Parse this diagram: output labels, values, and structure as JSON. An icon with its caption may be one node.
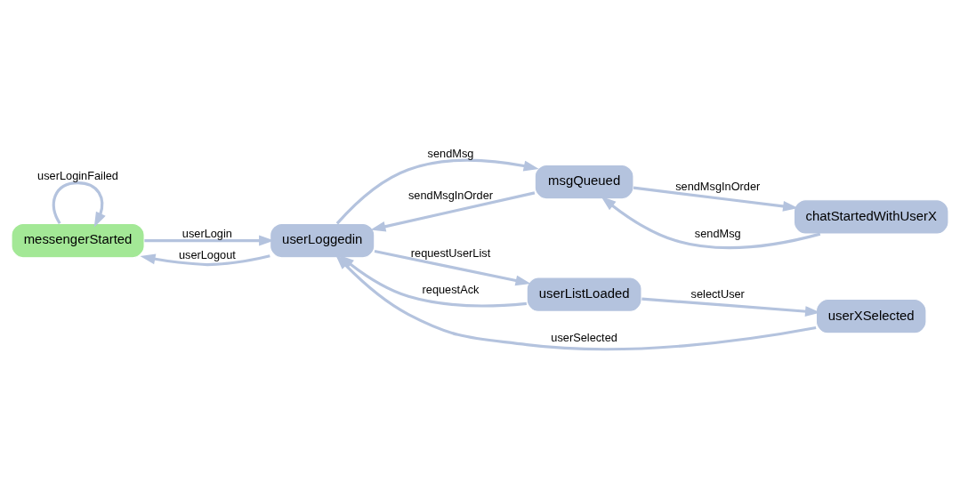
{
  "diagram": {
    "nodes": [
      {
        "text": [
          "messengerStarted"
        ]
      },
      {
        "text": [
          "userLoggedin"
        ]
      },
      {
        "text": [
          "msgQueued"
        ]
      },
      {
        "text": [
          "userListLoaded"
        ]
      },
      {
        "text": [
          "chatStartedWithUserX"
        ]
      },
      {
        "text": [
          "userXSelected"
        ]
      }
    ],
    "edges": [
      {
        "from": 0,
        "to": 0,
        "arrow": "to",
        "label": "userLoginFailed"
      },
      {
        "from": 0,
        "to": 1,
        "arrow": "to",
        "label": "userLogin"
      },
      {
        "from": 1,
        "to": 0,
        "arrow": "to",
        "label": "userLogout"
      },
      {
        "from": 1,
        "to": 2,
        "arrow": "to",
        "label": "sendMsg"
      },
      {
        "from": 2,
        "to": 1,
        "arrow": "to",
        "label": "sendMsgInOrder"
      },
      {
        "from": 1,
        "to": 3,
        "arrow": "to",
        "label": "requestUserList"
      },
      {
        "from": 3,
        "to": 1,
        "arrow": "to",
        "label": "requestAck"
      },
      {
        "from": 4,
        "to": 2,
        "arrow": "to",
        "label": "sendMsg"
      },
      {
        "from": 2,
        "to": 4,
        "arrow": "to",
        "label": "sendMsgInOrder"
      },
      {
        "from": 3,
        "to": 5,
        "arrow": "to",
        "label": "selectUser"
      },
      {
        "from": 5,
        "to": 1,
        "arrow": "to",
        "label": "userSelected"
      }
    ]
  }
}
